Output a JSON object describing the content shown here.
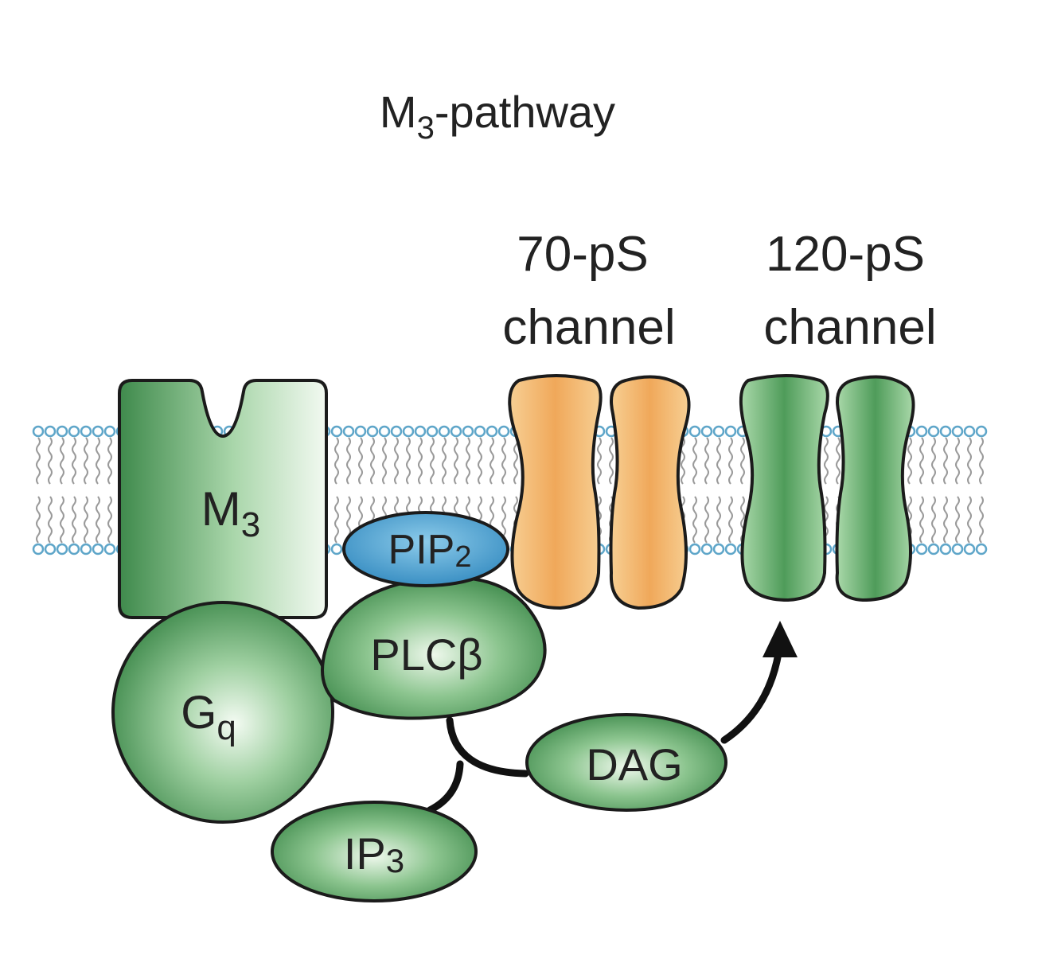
{
  "title": {
    "main": "M",
    "sub": "3",
    "rest": "-pathway"
  },
  "channels": {
    "ch70": {
      "line1": "70-pS",
      "line2": "channel"
    },
    "ch120": {
      "line1": "120-pS",
      "line2": "channel"
    }
  },
  "nodes": {
    "m3": {
      "main": "M",
      "sub": "3"
    },
    "pip2": {
      "main": "PIP",
      "sub": "2"
    },
    "plcb": {
      "label": "PLCβ"
    },
    "gq": {
      "main": "G",
      "sub": "q"
    },
    "dag": {
      "label": "DAG"
    },
    "ip3": {
      "main": "IP",
      "sub": "3"
    }
  },
  "colors": {
    "green_dark": "#3f8a4c",
    "green_mid": "#6db476",
    "green_light": "#eaf5e9",
    "orange": "#f0a85a",
    "orange_light": "#f7cf93",
    "blue": "#4c9fd0",
    "outline": "#1b1b1b",
    "membrane_head": "#5fa6c9",
    "membrane_tail": "#9a9a9a"
  }
}
